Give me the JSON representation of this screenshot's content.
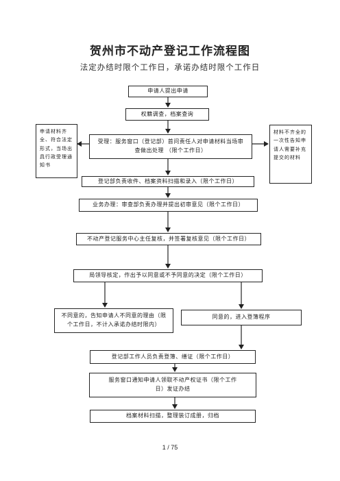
{
  "title": "贺州市不动产登记工作流程图",
  "subtitle": "法定办结时限个工作日，承诺办结时限个工作日",
  "steps": {
    "apply": "申请人提出申请",
    "survey": "权籍调查，档案查询",
    "accept": "受理：服务窗口（登记部）首问责任人对申请材料当场审查做出处理 （限个工作日）",
    "register": "登记部负责收件、档案资料扫描和录入（限个工作日）",
    "business": "业务办理：审查部负责办理并提出初审意见（限个工作日）",
    "center_review": "不动产登记服务中心主任复核，并签署复核意见（限个工作日）",
    "bureau_decision": "局领导核定，作出予以同意或不予同意的决定（限个工作日）",
    "disagree": "不同意的，告知申请人不同意的理由（限个工作日，不计入承诺办结时限内）",
    "agree": "同意的，进入登簿程序",
    "book": "登记部工作人员负责登簿、缮证（限个工作日）",
    "notify": "服务窗口通知申请人领取不动产权证书（限个工作日）发证办结",
    "archive": "档案材料扫描，整理装订成册，归档"
  },
  "side_notes": {
    "left": "申请材料齐全、符合法定形式，当场出具行政受理通知书",
    "right": "材料不齐全的一次性告知申请人需要补充提交的材料"
  },
  "page_number": "1 / 75"
}
